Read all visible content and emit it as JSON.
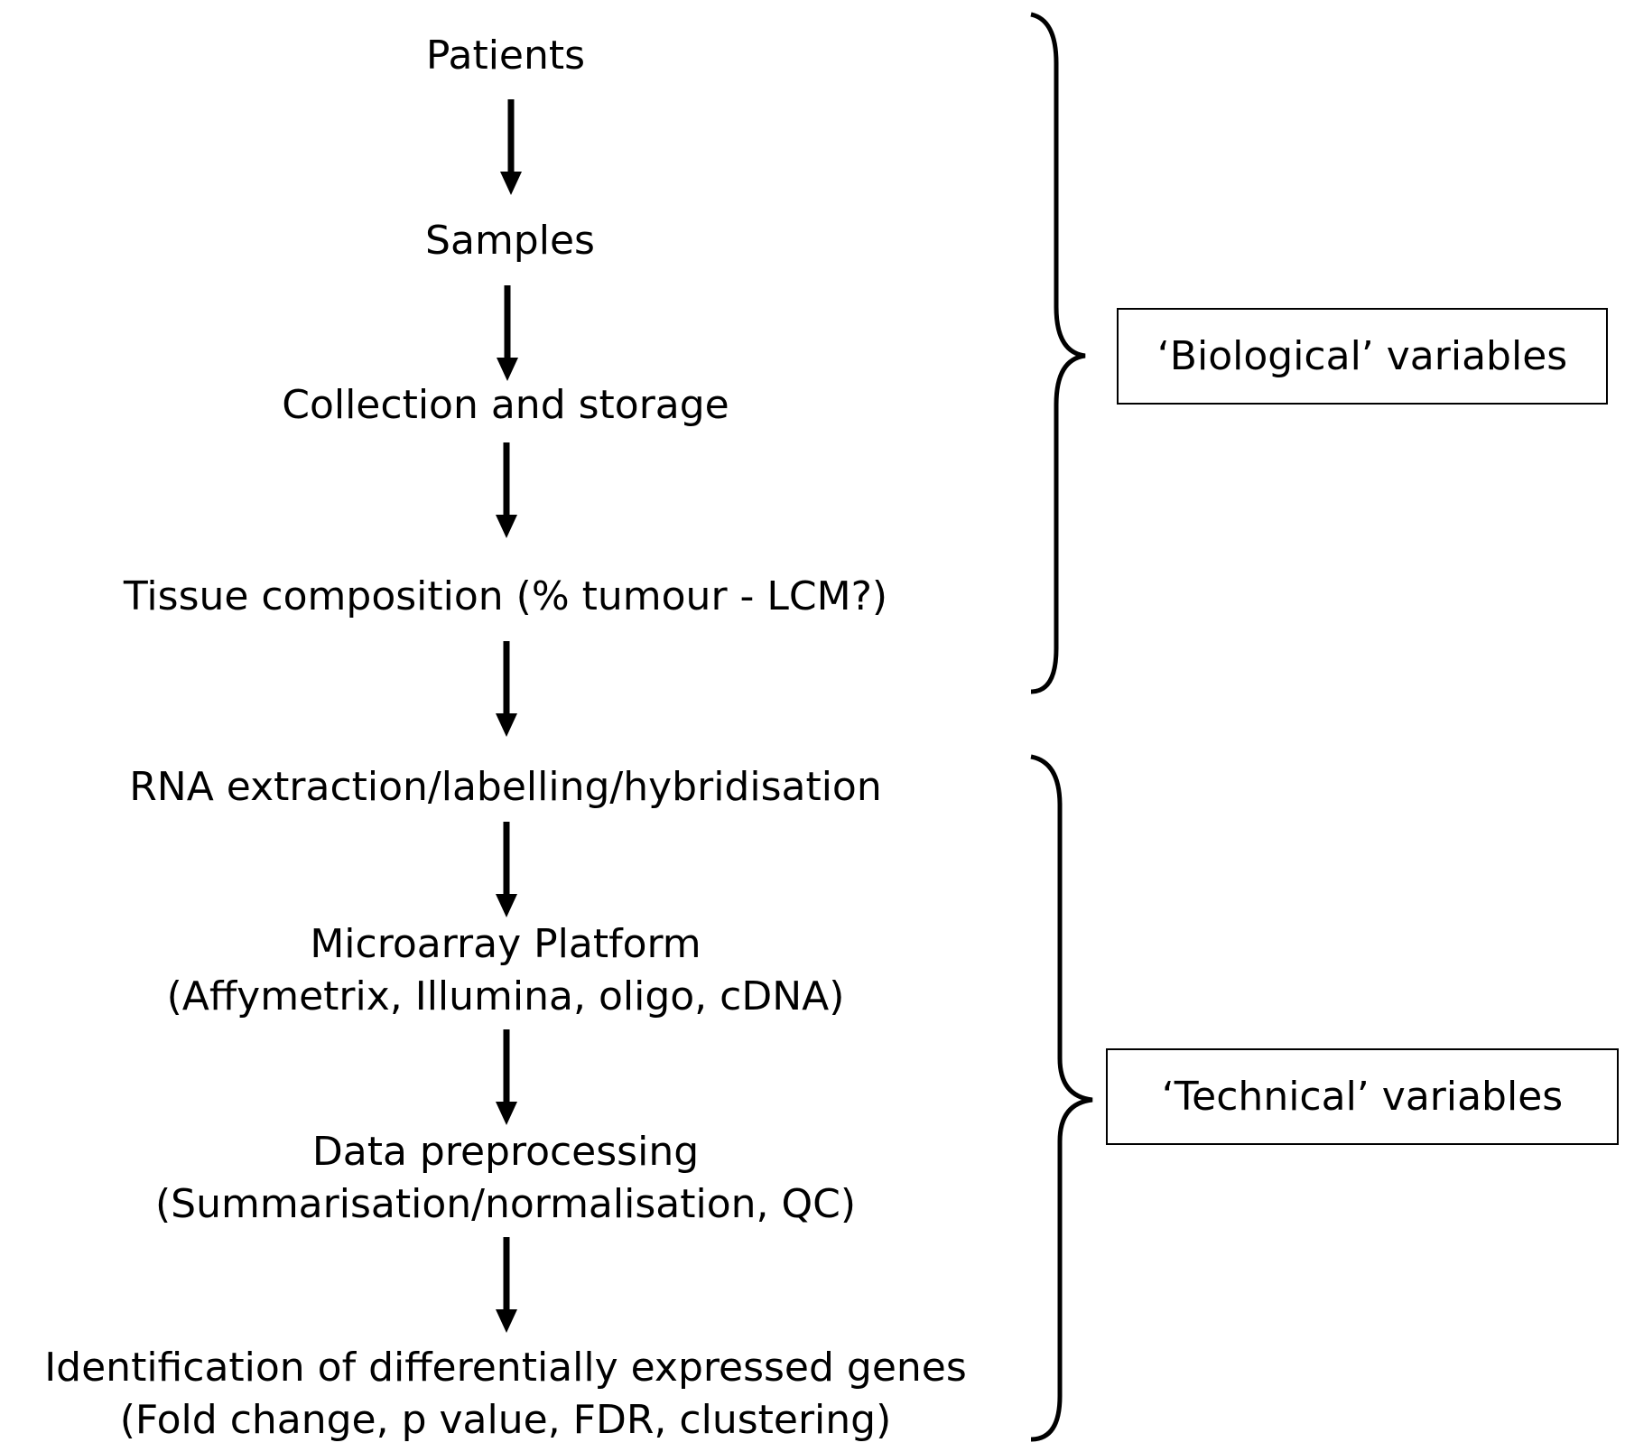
{
  "steps": [
    {
      "line1": "Patients",
      "line2": ""
    },
    {
      "line1": "Samples",
      "line2": ""
    },
    {
      "line1": "Collection and storage",
      "line2": ""
    },
    {
      "line1": "Tissue composition (% tumour - LCM?)",
      "line2": ""
    },
    {
      "line1": "RNA extraction/labelling/hybridisation",
      "line2": ""
    },
    {
      "line1": "Microarray Platform",
      "line2": "(Affymetrix, Illumina, oligo, cDNA)"
    },
    {
      "line1": "Data preprocessing",
      "line2": "(Summarisation/normalisation, QC)"
    },
    {
      "line1": "Identification of differentially expressed genes",
      "line2": "(Fold change, p value, FDR, clustering)"
    }
  ],
  "groups": {
    "biological": {
      "label": "‘Biological’ variables"
    },
    "technical": {
      "label": "‘Technical’ variables"
    }
  },
  "colors": {
    "ink": "#000000",
    "background": "#ffffff"
  }
}
